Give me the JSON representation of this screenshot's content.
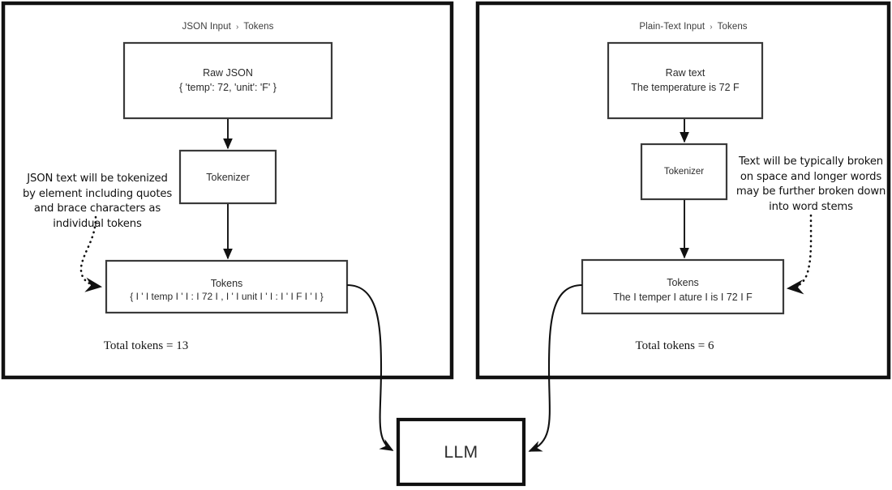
{
  "diagram": {
    "title_separator": "›",
    "panels": [
      {
        "id": "json-panel",
        "title_left": "JSON Input",
        "title_right": "Tokens",
        "input_box": {
          "title": "Raw JSON",
          "content": "{ 'temp': 72, 'unit': 'F' }"
        },
        "tokenizer_box": {
          "title": "Tokenizer"
        },
        "tokens_box": {
          "title": "Tokens",
          "content": "{ I ' I temp I ' I : I 72 I , I ' I unit I ' I : I ' I F I ' I }"
        },
        "annotation": "JSON text will be tokenized\nby element including quotes\nand brace characters as\nindividual tokens",
        "total": "Total tokens = 13"
      },
      {
        "id": "plain-text-panel",
        "title_left": "Plain-Text Input",
        "title_right": "Tokens",
        "input_box": {
          "title": "Raw text",
          "content": "The temperature is 72 F"
        },
        "tokenizer_box": {
          "title": "Tokenizer"
        },
        "tokens_box": {
          "title": "Tokens",
          "content": "The I temper I ature I is I 72 I F"
        },
        "annotation": "Text will be typically broken\non space and longer words\nmay be further broken down\ninto word stems",
        "total": "Total tokens = 6"
      }
    ],
    "llm_box": {
      "label": "LLM"
    },
    "colors": {
      "stroke": "#111111",
      "box_stroke": "#3a3a3a",
      "text": "#1a1a1a",
      "background": "#ffffff"
    }
  }
}
